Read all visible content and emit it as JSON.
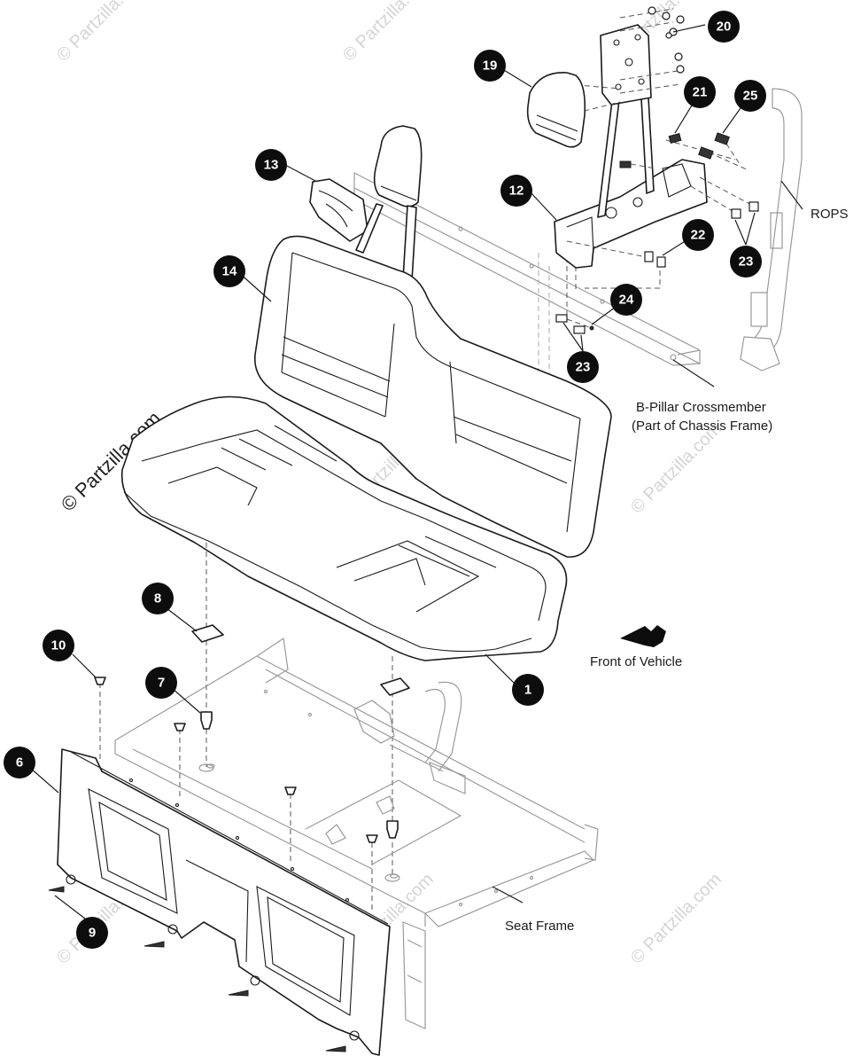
{
  "watermarks": {
    "text": "© Partzilla.com",
    "main_text": "© Partzilla.com"
  },
  "labels": {
    "rops": "ROPS",
    "b_pillar_line1": "B-Pillar Crossmember",
    "b_pillar_line2": "(Part of Chassis Frame)",
    "front_of_vehicle": "Front of Vehicle",
    "seat_frame": "Seat Frame"
  },
  "callouts": {
    "c1": "1",
    "c6": "6",
    "c7": "7",
    "c8": "8",
    "c9": "9",
    "c10": "10",
    "c12": "12",
    "c13": "13",
    "c14": "14",
    "c19": "19",
    "c20": "20",
    "c21": "21",
    "c22": "22",
    "c23a": "23",
    "c23b": "23",
    "c24": "24",
    "c25": "25"
  },
  "colors": {
    "callout_fill": "#0d0d0d",
    "line": "#1a1a1a",
    "frame": "#9a9a9a",
    "watermark": "#d4d4d4"
  }
}
